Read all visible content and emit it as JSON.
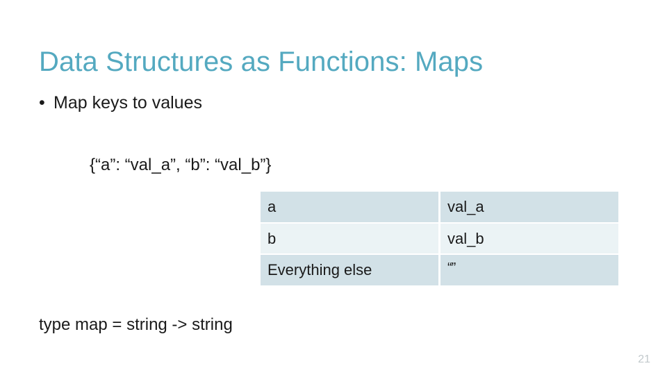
{
  "slide": {
    "title": "Data Structures as Functions: Maps",
    "title_color": "#54a9c0",
    "bullets": [
      {
        "marker": "•",
        "text": "Map keys to values"
      }
    ],
    "literal": "{“a”: “val_a”, “b”: “val_b”}",
    "table": {
      "row_shade_color": "#d2e1e7",
      "row_light_color": "#ebf3f5",
      "rows": [
        {
          "key": "a",
          "value": "val_a"
        },
        {
          "key": "b",
          "value": "val_b"
        },
        {
          "key": "Everything else",
          "value": "“”"
        }
      ]
    },
    "type_signature": "type map = string -> string",
    "slide_number": "21"
  }
}
